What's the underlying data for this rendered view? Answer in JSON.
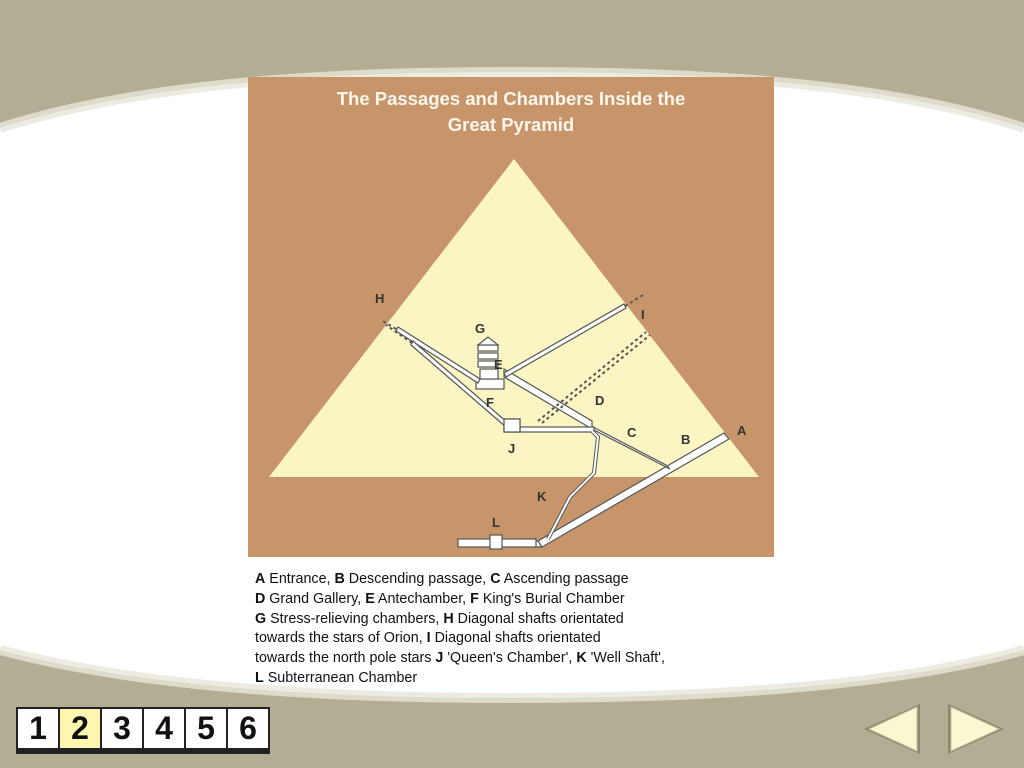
{
  "figure": {
    "title_line1": "The Passages and Chambers Inside the",
    "title_line2": "Great Pyramid",
    "colors": {
      "background": "#c8956a",
      "pyramid_fill": "#fbf4c3",
      "passage": "#ffffff",
      "outline": "#555555"
    },
    "labels": {
      "A": "A",
      "B": "B",
      "C": "C",
      "D": "D",
      "E": "E",
      "F": "F",
      "G": "G",
      "H": "H",
      "I": "I",
      "J": "J",
      "K": "K",
      "L": "L"
    }
  },
  "caption": {
    "line1": [
      {
        "t": "A",
        "b": true
      },
      {
        "t": " Entrance, ",
        "b": false
      },
      {
        "t": "B",
        "b": true
      },
      {
        "t": " Descending passage, ",
        "b": false
      },
      {
        "t": "C",
        "b": true
      },
      {
        "t": " Ascending passage",
        "b": false
      }
    ],
    "line2": [
      {
        "t": "D",
        "b": true
      },
      {
        "t": " Grand Gallery, ",
        "b": false
      },
      {
        "t": "E",
        "b": true
      },
      {
        "t": " Antechamber, ",
        "b": false
      },
      {
        "t": "F",
        "b": true
      },
      {
        "t": " King's Burial Chamber",
        "b": false
      }
    ],
    "line3": [
      {
        "t": "G",
        "b": true
      },
      {
        "t": " Stress-relieving chambers, ",
        "b": false
      },
      {
        "t": "H",
        "b": true
      },
      {
        "t": " Diagonal shafts orientated",
        "b": false
      }
    ],
    "line4": [
      {
        "t": "towards the stars of Orion, ",
        "b": false
      },
      {
        "t": "I",
        "b": true
      },
      {
        "t": " Diagonal shafts orientated",
        "b": false
      }
    ],
    "line5": [
      {
        "t": "towards the north pole stars ",
        "b": false
      },
      {
        "t": "J",
        "b": true
      },
      {
        "t": " 'Queen's Chamber', ",
        "b": false
      },
      {
        "t": "K",
        "b": true
      },
      {
        "t": " 'Well Shaft',",
        "b": false
      }
    ],
    "line6": [
      {
        "t": "L",
        "b": true
      },
      {
        "t": " Subterranean Chamber",
        "b": false
      }
    ]
  },
  "pager": {
    "pages": [
      "1",
      "2",
      "3",
      "4",
      "5",
      "6"
    ],
    "current": "2"
  },
  "nav": {
    "prev_icon": "left-triangle-icon",
    "next_icon": "right-triangle-icon"
  },
  "theme": {
    "frame": "#b3ad93",
    "panel": "#ffffff",
    "active_page": "#fff7b0"
  }
}
